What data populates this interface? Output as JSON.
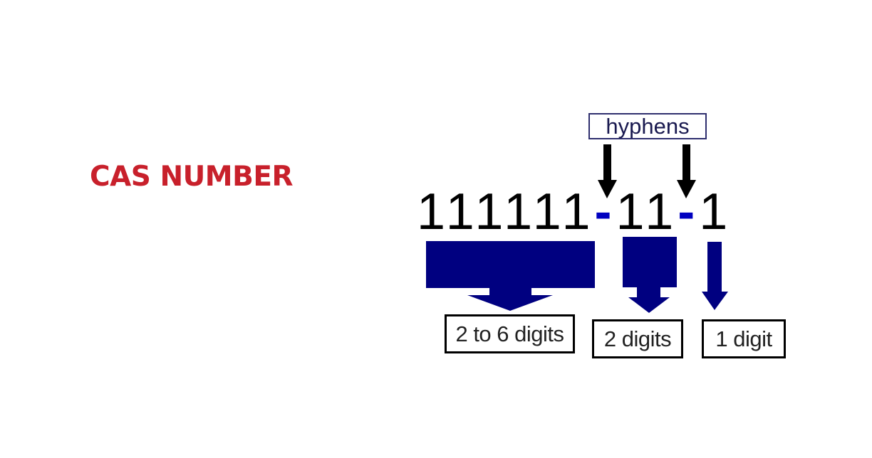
{
  "title": "CAS NUMBER",
  "format": {
    "groups": [
      "111111",
      "11",
      "1"
    ],
    "separator": "-"
  },
  "labels": {
    "hyphens": "hyphens",
    "first_group": "2 to 6 digits",
    "second_group": "2 digits",
    "third_group": "1 digit"
  },
  "colors": {
    "title": "#c8202b",
    "arrow_fill": "#000080",
    "hyphen": "#0000c0",
    "hyphen_box_border": "#2e2e6e"
  }
}
